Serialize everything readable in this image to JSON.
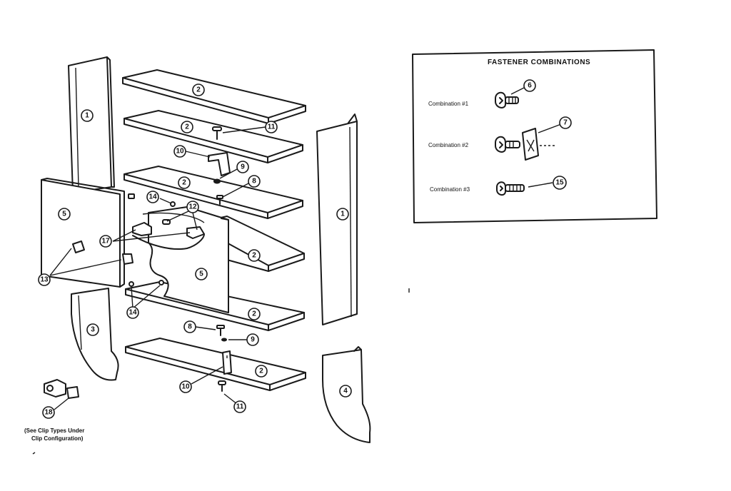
{
  "fastener_box": {
    "title": "FASTENER COMBINATIONS",
    "rows": [
      {
        "label": "Combination #1",
        "part": "6"
      },
      {
        "label": "Combination #2",
        "part": "7"
      },
      {
        "label": "Combination #3",
        "part": "15"
      }
    ]
  },
  "clip_note": {
    "line1": "(See Clip Types Under",
    "line2": "Clip Configuration)"
  },
  "parts": {
    "side_panel_left": "1",
    "side_panel_right": "1",
    "shelf_1": "2",
    "shelf_2": "2",
    "shelf_3": "2",
    "shelf_4": "2",
    "shelf_5": "2",
    "shelf_6": "2",
    "base_left": "3",
    "base_right": "4",
    "door_left": "5",
    "door_right": "5",
    "screw_top": "11",
    "screw_bottom": "11",
    "bracket_top": "10",
    "bracket_bottom": "10",
    "washer_top": "9",
    "washer_bottom": "9",
    "pin_top": "8",
    "pin_bottom": "8",
    "hinge_pins": "14",
    "hinge_pins_lower": "14",
    "hinge_plates": "12",
    "hinge_assembly": "17",
    "knobs": "13",
    "clip": "18"
  }
}
